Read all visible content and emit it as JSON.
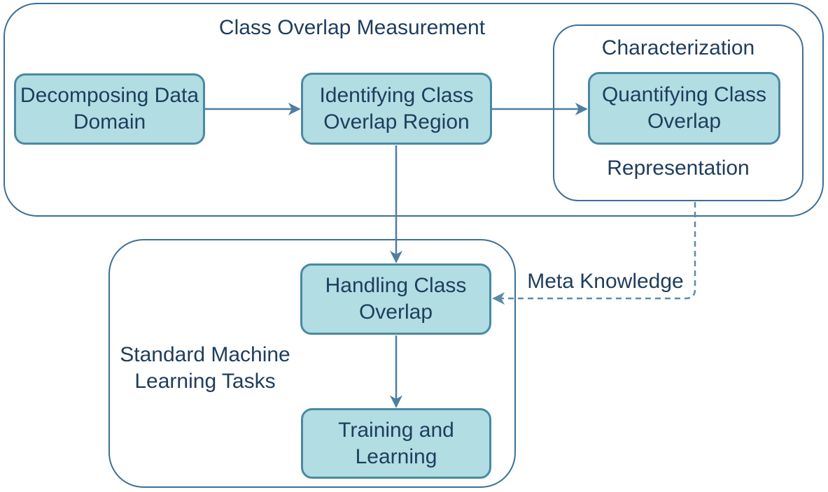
{
  "diagram": {
    "title": "Class Overlap Measurement",
    "containers": {
      "class_overlap_measurement": {
        "label": "Class Overlap Measurement"
      },
      "characterization_representation": {
        "label_top": "Characterization",
        "label_bottom": "Representation"
      },
      "standard_ml_tasks": {
        "label": "Standard Machine Learning Tasks"
      }
    },
    "nodes": {
      "decomposing": "Decomposing Data Domain",
      "identifying": "Identifying Class Overlap Region",
      "quantifying": "Quantifying Class Overlap",
      "handling": "Handling Class Overlap",
      "training": "Training and Learning"
    },
    "edges": [
      {
        "from": "decomposing",
        "to": "identifying",
        "style": "solid"
      },
      {
        "from": "identifying",
        "to": "quantifying",
        "style": "solid"
      },
      {
        "from": "identifying",
        "to": "handling",
        "style": "solid"
      },
      {
        "from": "handling",
        "to": "training",
        "style": "solid"
      },
      {
        "from": "characterization_representation",
        "to": "handling",
        "style": "dashed",
        "label": "Meta Knowledge"
      }
    ],
    "edge_label": "Meta Knowledge",
    "colors": {
      "node_fill": "#b1dde3",
      "node_border": "#4a89a1",
      "container_border": "#3d6f96",
      "text": "#1e3d5c",
      "arrow": "#4d7fa0",
      "dashed_arrow": "#5e8aa9",
      "background": "#ffffff"
    }
  }
}
